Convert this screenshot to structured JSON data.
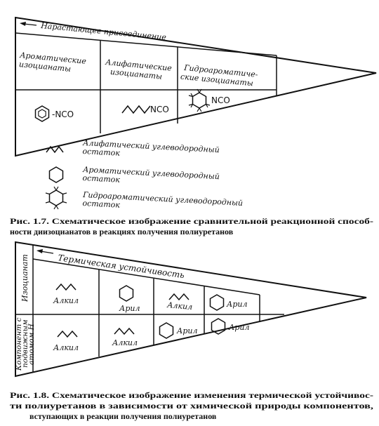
{
  "figure17": {
    "arrow_label": "Нарастающее присоединение",
    "columns": [
      {
        "header_lines": [
          "Ароматические",
          "изоцианаты"
        ],
        "formula": "-NCO",
        "group_icon": "benzene-ring-icon"
      },
      {
        "header_lines": [
          "Алифатические",
          "изоцианаты"
        ],
        "formula": "NCO",
        "group_icon": "zigzag-chain-icon"
      },
      {
        "header_lines": [
          "Гидроароматиче-",
          "ские изоцианаты"
        ],
        "formula": "NCO",
        "group_icon": "cyclohexane-ring-icon"
      }
    ],
    "legend": [
      {
        "icon": "zigzag-chain-icon",
        "lines": [
          "Алифатический углеводородный",
          "остаток"
        ]
      },
      {
        "icon": "hexagon-icon",
        "lines": [
          "Ароматический углеводородный",
          "остаток"
        ]
      },
      {
        "icon": "cyclohexane-ring-icon",
        "lines": [
          "Гидроароматический углеводородный",
          "остаток"
        ]
      }
    ],
    "caption_lines": [
      "Рис. 1.7. Схематическое изображение сравнительной реакционной способ-",
      "ности диизоцианатов в реакциях получения полиуретанов"
    ]
  },
  "figure18": {
    "arrow_label": "Термическая устойчивость",
    "row_labels": [
      {
        "lines": [
          "Изоцианат"
        ]
      },
      {
        "lines": [
          "Компонент с",
          "подвижным",
          "атомом Н"
        ]
      }
    ],
    "top_row": [
      {
        "icon": "zigzag-chain-icon",
        "label": "Алкил"
      },
      {
        "icon": "hexagon-icon",
        "label": "Арил"
      },
      {
        "icon": "zigzag-chain-icon",
        "label": "Алкил"
      },
      {
        "icon": "hexagon-icon",
        "label": "Арил"
      }
    ],
    "bottom_row": [
      {
        "icon": "zigzag-chain-icon",
        "label": "Алкил"
      },
      {
        "icon": "zigzag-chain-icon",
        "label": "Алкил"
      },
      {
        "icon": "hexagon-icon",
        "label": "Арил"
      },
      {
        "icon": "hexagon-icon",
        "label": "Арил"
      }
    ],
    "caption_lines": [
      "Рис. 1.8. Схематическое изображение изменения термической устойчивос-",
      "ти полиуретанов в зависимости от химической природы компонентов,",
      "вступающих в реакции получения полиуретанов"
    ]
  }
}
